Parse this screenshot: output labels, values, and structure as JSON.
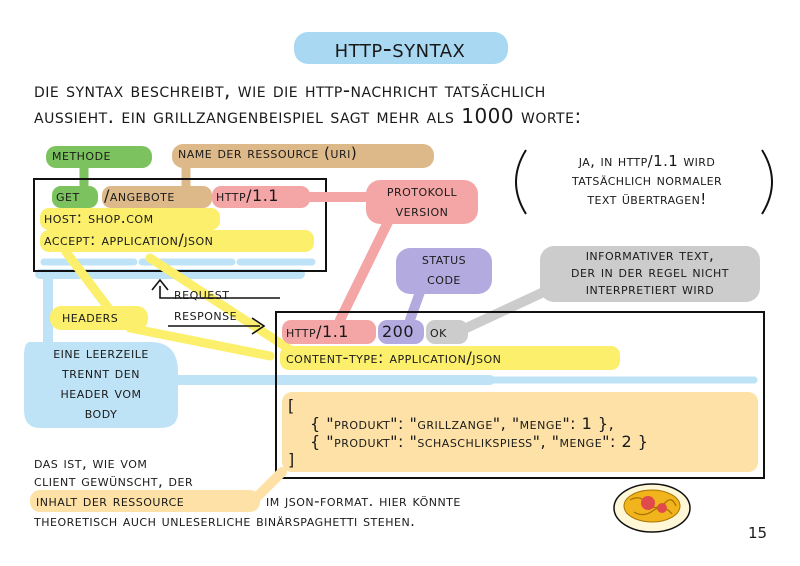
{
  "title": "HTTP-Syntax",
  "intro": [
    "Die Syntax beschreibt, wie die HTTP-Nachricht tatsächlich",
    "aussieht. Ein Grillzangenbeispiel sagt mehr als 1000 Worte:"
  ],
  "labels": {
    "methode": "Methode",
    "ressource": "Name der Ressource (URI)",
    "protokoll": [
      "Protokoll",
      "Version"
    ],
    "status": [
      "Status",
      "Code"
    ],
    "informativ": [
      "Informativer Text,",
      "der in der Regel nicht",
      "interpretiert wird"
    ],
    "headers": "Headers",
    "request": "Request",
    "response": "Response",
    "leerzeile": [
      "Eine Leerzeile",
      "trennt den",
      "Header vom",
      "Body"
    ]
  },
  "request": {
    "method": "GET",
    "uri": "/angebote",
    "version": "HTTP/1.1",
    "host": "Host: shop.com",
    "accept": "Accept: application/json"
  },
  "response": {
    "version": "HTTP/1.1",
    "status_code": "200",
    "reason": "OK",
    "content_type": "Content-Type: application/json",
    "body": [
      "[",
      "{ \"Produkt\": \"Grillzange\", \"Menge\": 1 },",
      "{ \"Produkt\": \"Schaschlikspieß\", \"Menge\": 2 }",
      "]"
    ]
  },
  "aside": [
    "Ja, in HTTP/1.1 wird",
    "tatsächlich normaler",
    "Text übertragen!"
  ],
  "footer": {
    "lines": [
      "Das ist, wie vom",
      "Client gewünscht, der"
    ],
    "highlight": "Inhalt der Ressource",
    "after": "im JSON-Format. Hier könnte",
    "last": "theoretisch auch unleserliche Binärspaghetti stehen."
  },
  "page_number": "15",
  "colors": {
    "blue": "#bfe3f6",
    "title_blue": "#a9d8f2",
    "green": "#7cc25f",
    "tan": "#ddb98a",
    "pink": "#f4a6a6",
    "yellow": "#fbef6c",
    "purple": "#b3abe0",
    "gray": "#cccccc",
    "body_bg": "#fde1a6",
    "spaghetti": "#f2b41c",
    "sauce": "#e04a4a"
  }
}
